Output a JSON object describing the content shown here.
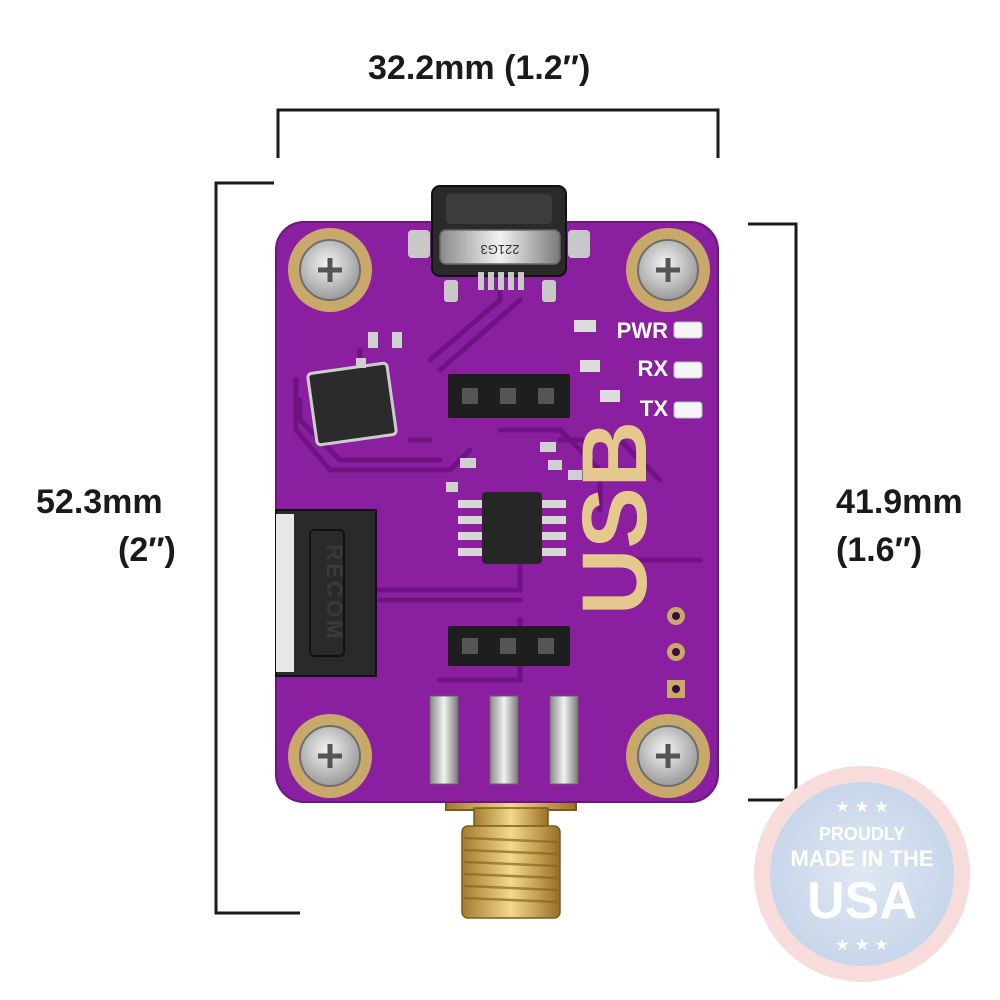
{
  "dimensions": {
    "width_label": "32.2mm (1.2″)",
    "height_label_value": "52.3mm",
    "height_label_inches": "(2″)",
    "board_height_value": "41.9mm",
    "board_height_inches": "(1.6″)"
  },
  "board": {
    "silkscreen_pwr": "PWR",
    "silkscreen_rx": "RX",
    "silkscreen_tx": "TX",
    "silkscreen_usb": "USB",
    "module_label": "RECOM",
    "usb_connector_label": "221G3"
  },
  "badge": {
    "line1": "PROUDLY",
    "line2": "MADE IN THE",
    "line3": "USA"
  },
  "colors": {
    "pcb": "#8a1fa0",
    "pcb_dark": "#6d1480",
    "gold": "#c9a96a",
    "bracket": "#1a1a1a"
  }
}
